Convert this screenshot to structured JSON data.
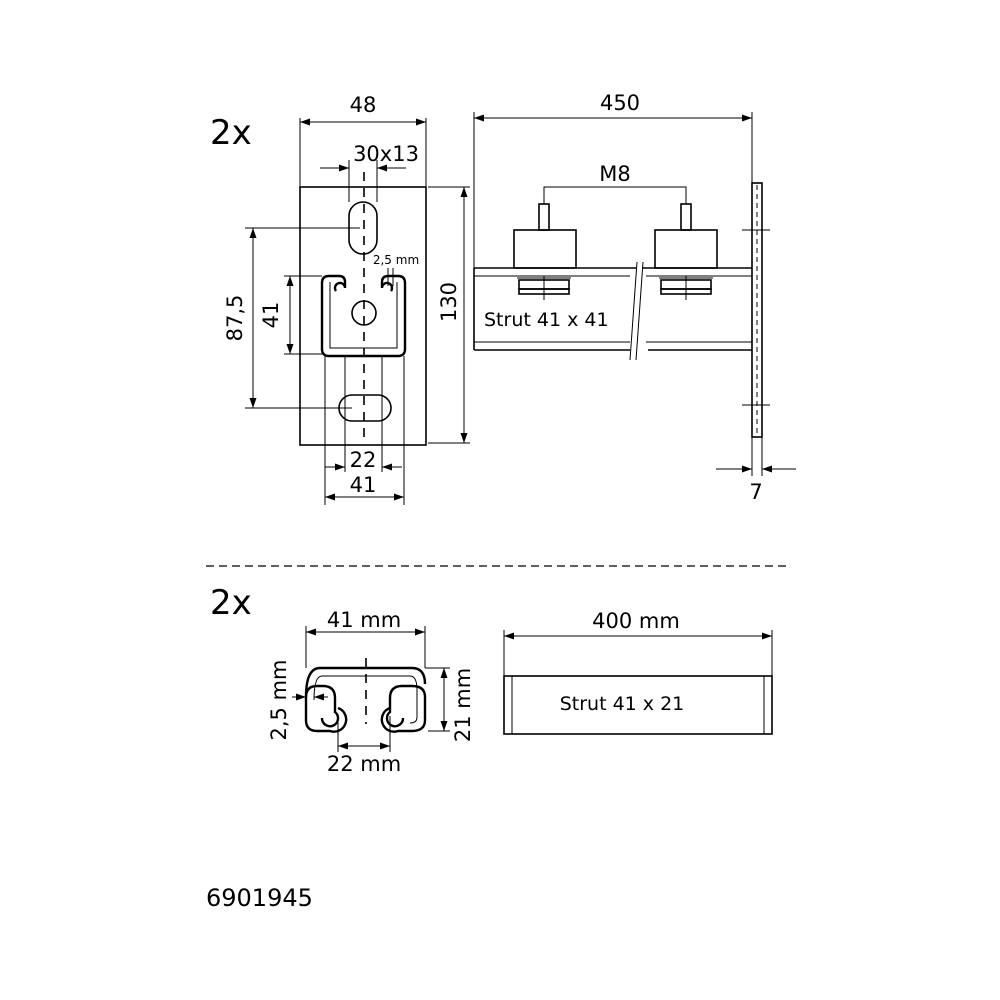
{
  "top_section": {
    "quantity": "2x",
    "dim_width": "48",
    "dim_slot": "30x13",
    "dim_thickness_top": "2,5 mm",
    "dim_hole_spacing": "87,5",
    "dim_channel_height": "41",
    "dim_height": "130",
    "dim_slot_gap": "22",
    "dim_channel_width": "41",
    "dim_length": "450",
    "bolt_label": "M8",
    "strut_label": "Strut 41 x 41",
    "dim_plate_thickness": "7"
  },
  "bottom_section": {
    "quantity": "2x",
    "dim_width": "41 mm",
    "dim_thickness": "2,5 mm",
    "dim_height": "21 mm",
    "dim_gap": "22 mm",
    "dim_length": "400 mm",
    "strut_label": "Strut 41 x 21"
  },
  "article_number": "6901945"
}
